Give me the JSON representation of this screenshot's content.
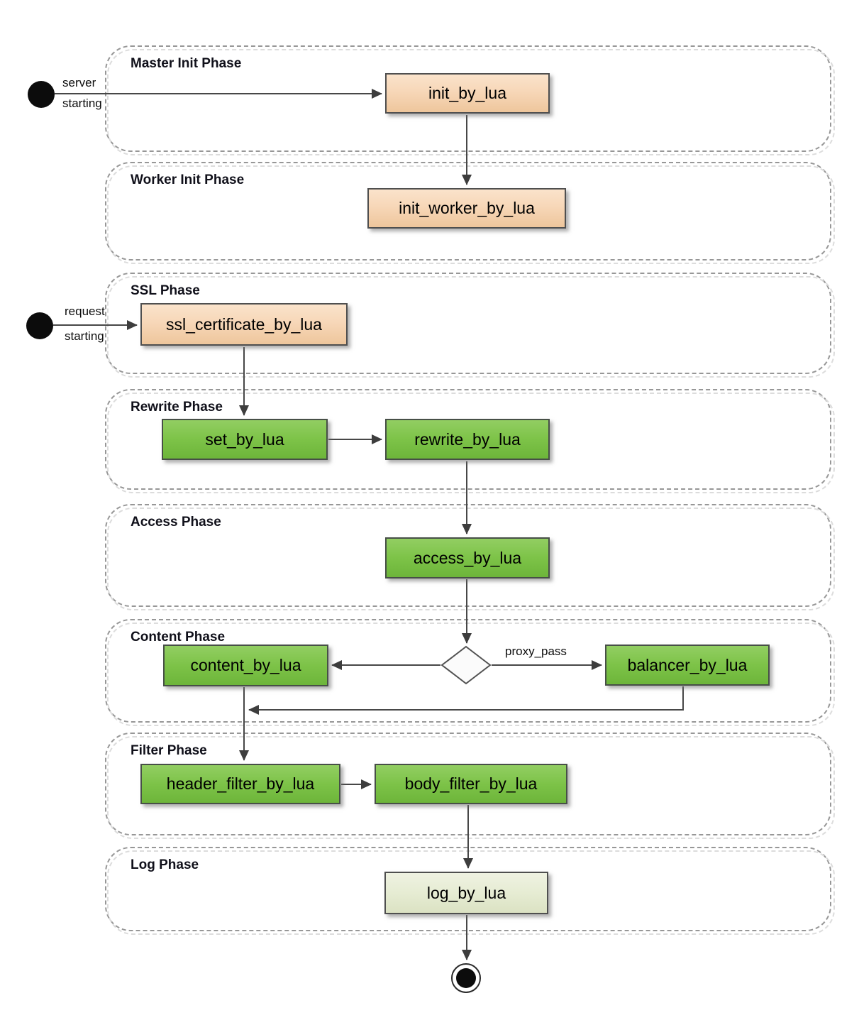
{
  "phases": [
    {
      "label": "Master Init Phase"
    },
    {
      "label": "Worker Init Phase"
    },
    {
      "label": "SSL Phase"
    },
    {
      "label": "Rewrite Phase"
    },
    {
      "label": "Access Phase"
    },
    {
      "label": "Content Phase"
    },
    {
      "label": "Filter Phase"
    },
    {
      "label": "Log Phase"
    }
  ],
  "nodes": [
    {
      "id": "init_by_lua",
      "label": "init_by_lua",
      "type": "init"
    },
    {
      "id": "init_worker_by_lua",
      "label": "init_worker_by_lua",
      "type": "init"
    },
    {
      "id": "ssl_certificate_by_lua",
      "label": "ssl_certificate_by_lua",
      "type": "init"
    },
    {
      "id": "set_by_lua",
      "label": "set_by_lua",
      "type": "request"
    },
    {
      "id": "rewrite_by_lua",
      "label": "rewrite_by_lua",
      "type": "request"
    },
    {
      "id": "access_by_lua",
      "label": "access_by_lua",
      "type": "request"
    },
    {
      "id": "content_by_lua",
      "label": "content_by_lua",
      "type": "request"
    },
    {
      "id": "balancer_by_lua",
      "label": "balancer_by_lua",
      "type": "request"
    },
    {
      "id": "header_filter_by_lua",
      "label": "header_filter_by_lua",
      "type": "request"
    },
    {
      "id": "body_filter_by_lua",
      "label": "body_filter_by_lua",
      "type": "request"
    },
    {
      "id": "log_by_lua",
      "label": "log_by_lua",
      "type": "log"
    }
  ],
  "start_events": [
    {
      "line1": "server",
      "line2": "starting"
    },
    {
      "line1": "request",
      "line2": "starting"
    }
  ],
  "edge_labels": {
    "proxy_pass": "proxy_pass"
  },
  "colors": {
    "init_node_fill": "#f7d7b8",
    "request_node_fill": "#7dc348",
    "log_node_fill": "#e6ecd3",
    "node_border": "#4f4f4f",
    "arrow": "#474747",
    "phase_border": "#979797",
    "phase_title_text": "#10101a",
    "node_text": "#000000"
  }
}
